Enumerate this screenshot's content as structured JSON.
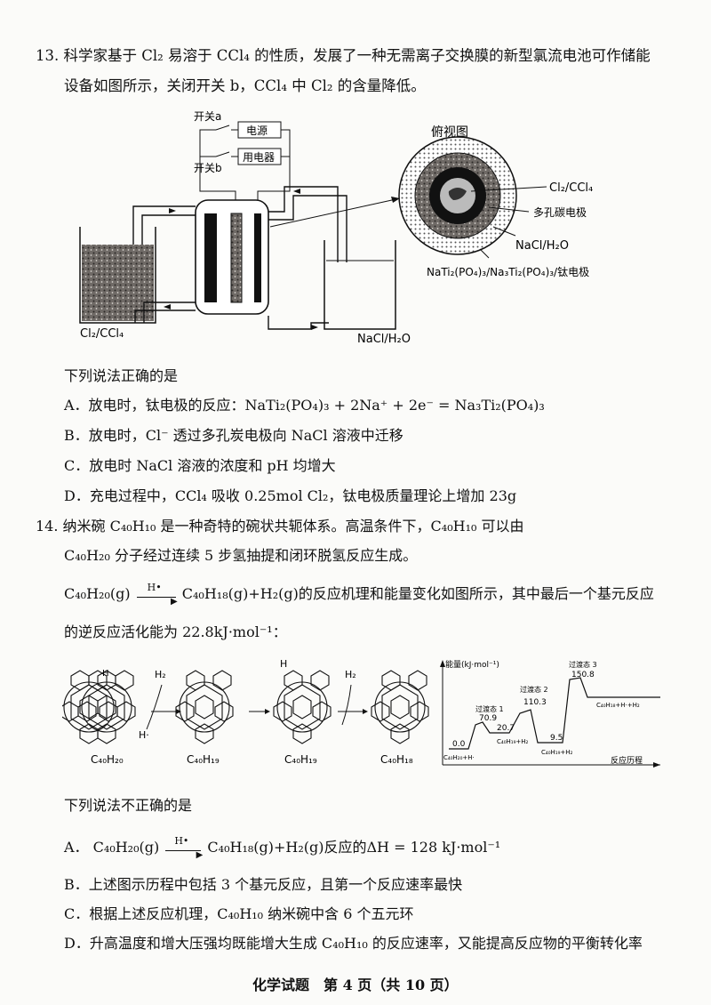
{
  "q13": {
    "stem_line1": "13. 科学家基于 Cl₂ 易溶于 CCl₄ 的性质，发展了一种无需离子交换膜的新型氯流电池可作储能",
    "stem_line2": "设备如图所示，关闭开关 b，CCl₄ 中 Cl₂ 的含量降低。",
    "figure": {
      "switch_a": "开关a",
      "switch_b": "开关b",
      "power": "电源",
      "appliance": "用电器",
      "top_view": "俯视图",
      "left_tank": "Cl₂/CCl₄",
      "right_tank": "NaCl/H₂O",
      "label_cl2": "Cl₂/CCl₄",
      "label_porous": "多孔碳电极",
      "label_nacl": "NaCl/H₂O",
      "label_ti": "NaTi₂(PO₄)₃/Na₃Ti₂(PO₄)₃/钛电极"
    },
    "prompt": "下列说法正确的是",
    "options": [
      "A．放电时，钛电极的反应：NaTi₂(PO₄)₃ + 2Na⁺ + 2e⁻ = Na₃Ti₂(PO₄)₃",
      "B．放电时，Cl⁻ 透过多孔炭电极向 NaCl 溶液中迁移",
      "C．放电时 NaCl 溶液的浓度和 pH 均增大",
      "D．充电过程中，CCl₄ 吸收 0.25mol Cl₂，钛电极质量理论上增加 23g"
    ]
  },
  "q14": {
    "stem_line1": "14. 纳米碗 C₄₀H₁₀ 是一种奇特的碗状共轭体系。高温条件下，C₄₀H₁₀ 可以由",
    "stem_line2": "C₄₀H₂₀ 分子经过连续 5 步氢抽提和闭环脱氢反应生成。",
    "stem_line3_left": "C₄₀H₂₀(g)",
    "stem_line3_arrow": "H•",
    "stem_line3_right": "C₄₀H₁₈(g)+H₂(g)的反应机理和能量变化如图所示，其中最后一个基元反应",
    "stem_line4": "的逆反应活化能为 22.8kJ·mol⁻¹：",
    "mechanism": {
      "labels": [
        "C₄₀H₂₀",
        "C₄₀H₁₉",
        "C₄₀H₁₉",
        "C₄₀H₁₈"
      ],
      "h2": "H₂",
      "h_dot": "H·",
      "h": "H"
    },
    "energy": {
      "ylabel": "能量(kJ·mol⁻¹)",
      "xlabel": "反应历程",
      "ts1": "过渡态 1",
      "ts2": "过渡态 2",
      "ts3": "过渡态 3",
      "v0": "0.0",
      "v709": "70.9",
      "v207": "20.7",
      "v1103": "110.3",
      "v95": "9.5",
      "v1508": "150.8",
      "s0": "C₄₀H₂₀+H·",
      "s1": "C₄₀H₁₉+H₂",
      "s2": "C₄₀H₁₉+H₂",
      "s3": "C₄₀H₁₈+H·+H₂"
    },
    "prompt": "下列说法不正确的是",
    "optA_prefix": "A．",
    "optA_left": "C₄₀H₂₀(g)",
    "optA_arrow": "H•",
    "optA_right": "C₄₀H₁₈(g)+H₂(g)反应的ΔH = 128 kJ·mol⁻¹",
    "options": [
      "B．上述图示历程中包括 3 个基元反应，且第一个反应速率最快",
      "C．根据上述反应机理，C₄₀H₁₀ 纳米碗中含 6 个五元环",
      "D．升高温度和增大压强均既能增大生成 C₄₀H₁₀ 的反应速率，又能提高反应物的平衡转化率"
    ]
  },
  "footer": "化学试题　第 4 页（共 10 页）"
}
